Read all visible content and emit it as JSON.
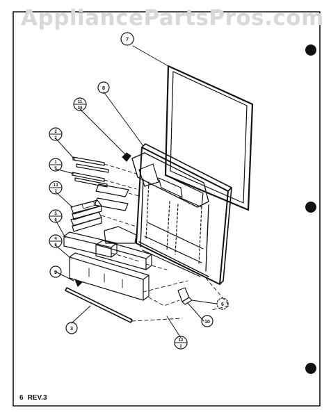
{
  "watermark": "AppliancePartsPros.com",
  "footer": {
    "page": "6",
    "revision": "REV.3"
  },
  "callouts": {
    "c7": "7",
    "c8": "8",
    "c11_34_top": "11",
    "c11_34_bottom": "34",
    "c2_2_top": "2",
    "c2_2_bottom": "2",
    "c1_5_top": "1",
    "c1_5_bottom": "5",
    "c13_7_top": "13",
    "c13_7_bottom": "7",
    "c5_6_top": "5",
    "c5_6_bottom": "6",
    "c4_6_top": "4",
    "c4_6_bottom": "6",
    "c9": "9",
    "c3": "3",
    "c12_2_top": "12",
    "c12_2_bottom": "2",
    "c10": "10",
    "c6": "6"
  },
  "colors": {
    "ink": "#111111",
    "watermark": "#d8d8d8",
    "paper": "#ffffff"
  }
}
